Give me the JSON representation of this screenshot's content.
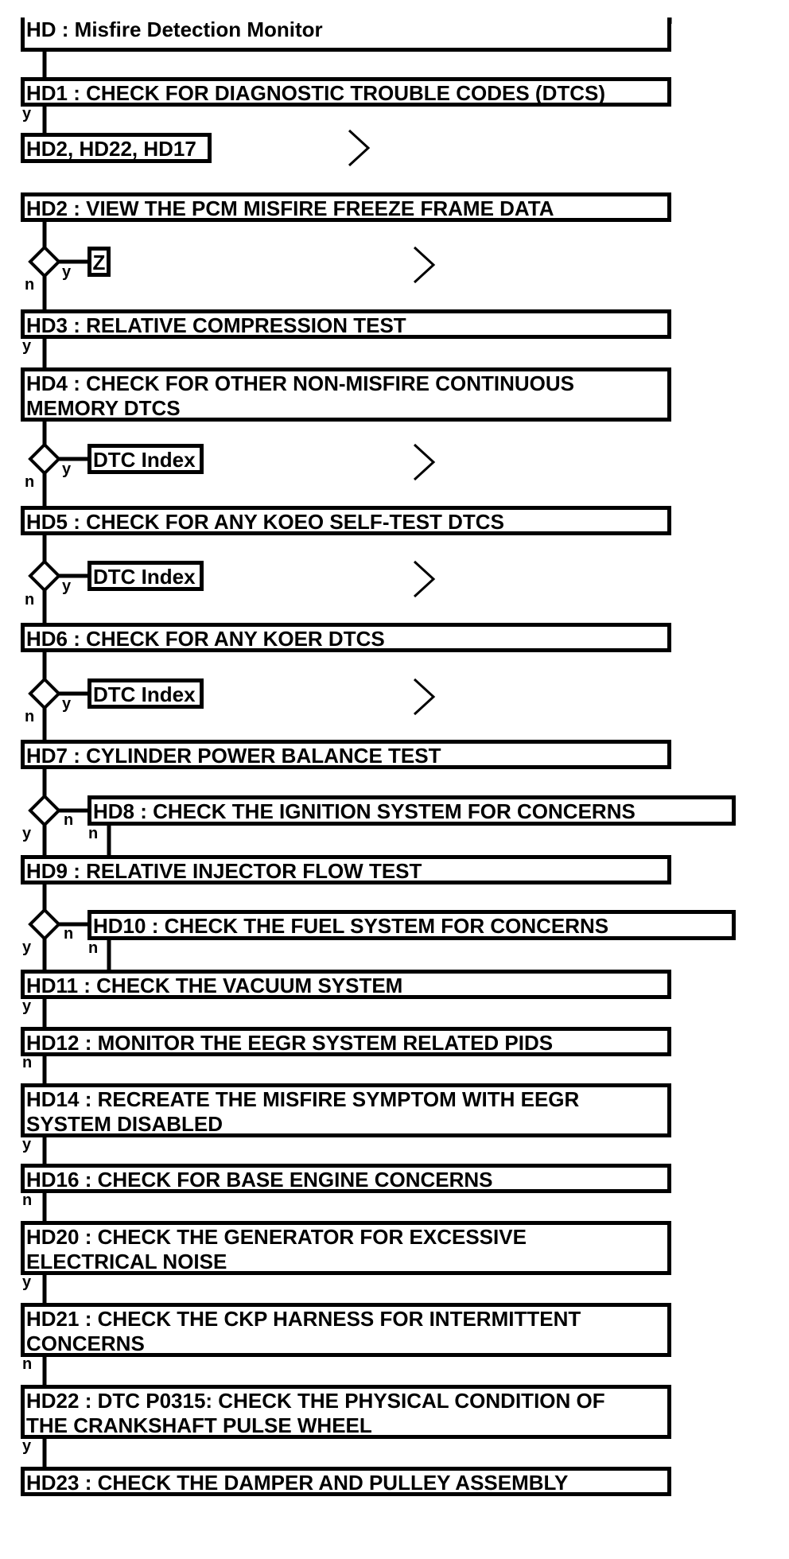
{
  "title": "HD : Misfire Detection Monitor",
  "steps": {
    "hd1": "HD1 : CHECK FOR DIAGNOSTIC TROUBLE CODES (DTCS)",
    "hd2": "HD2 : VIEW THE PCM MISFIRE FREEZE FRAME DATA",
    "hd3": "HD3 : RELATIVE COMPRESSION TEST",
    "hd4": "HD4 : CHECK FOR OTHER NON-MISFIRE CONTINUOUS\nMEMORY DTCS",
    "hd5": "HD5 : CHECK FOR ANY KOEO SELF-TEST DTCS",
    "hd6": "HD6 : CHECK FOR ANY KOER DTCS",
    "hd7": "HD7 : CYLINDER POWER BALANCE TEST",
    "hd8": "HD8 : CHECK THE IGNITION SYSTEM FOR CONCERNS",
    "hd9": "HD9 : RELATIVE INJECTOR FLOW TEST",
    "hd10": "HD10 : CHECK THE FUEL SYSTEM FOR CONCERNS",
    "hd11": "HD11 : CHECK THE VACUUM SYSTEM",
    "hd12": "HD12 : MONITOR THE EEGR SYSTEM RELATED PIDS",
    "hd14": "HD14 : RECREATE THE MISFIRE SYMPTOM WITH EEGR\nSYSTEM DISABLED",
    "hd16": "HD16 : CHECK FOR BASE ENGINE CONCERNS",
    "hd20": "HD20 : CHECK THE GENERATOR FOR EXCESSIVE\nELECTRICAL NOISE",
    "hd21": "HD21 : CHECK THE CKP HARNESS FOR INTERMITTENT\nCONCERNS",
    "hd22": "HD22 : DTC P0315: CHECK THE PHYSICAL CONDITION OF\nTHE CRANKSHAFT PULSE WHEEL",
    "hd23": "HD23 : CHECK THE DAMPER AND PULLEY ASSEMBLY"
  },
  "branches": {
    "hd1_target": "HD2, HD22, HD17",
    "hd2_target": "Z",
    "hd4_target": "DTC Index",
    "hd5_target": "DTC Index",
    "hd6_target": "DTC Index"
  },
  "labels": {
    "yes": "y",
    "no": "n"
  }
}
